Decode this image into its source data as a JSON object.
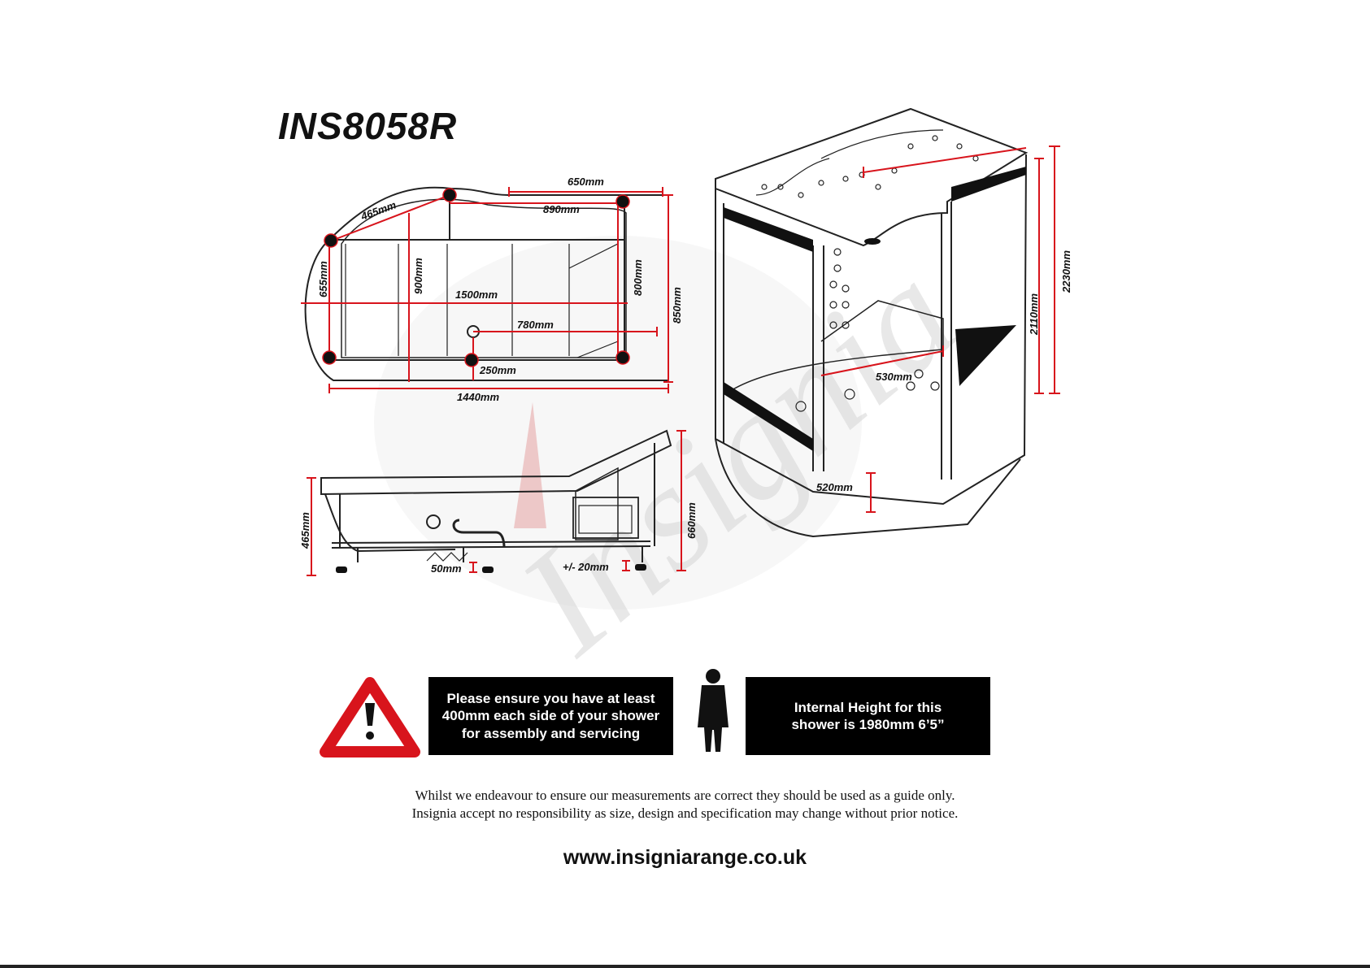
{
  "product": {
    "model": "INS8058R"
  },
  "dimensions": {
    "top_view": {
      "d465": "465mm",
      "d650": "650mm",
      "d890": "890mm",
      "d655": "655mm",
      "d900": "900mm",
      "d1500": "1500mm",
      "d800": "800mm",
      "d850": "850mm",
      "d780": "780mm",
      "d250": "250mm",
      "d1440": "1440mm"
    },
    "side_view": {
      "d465": "465mm",
      "d50": "50mm",
      "d20": "+/- 20mm",
      "d660": "660mm"
    },
    "perspective": {
      "d2230": "2230mm",
      "d2110": "2110mm",
      "d530": "530mm",
      "d520": "520mm"
    }
  },
  "watermark": "Insignia",
  "notices": {
    "clearance": "Please ensure you have at least 400mm each side of your shower for assembly and servicing",
    "internal_height": "Internal Height for this shower is 1980mm 6’5”"
  },
  "disclaimer": {
    "line1": "Whilst we endeavour to ensure our measurements are correct they should be used as a guide only.",
    "line2": "Insignia accept no responsibility as size, design and specification may change without prior notice."
  },
  "website": "www.insigniarange.co.uk",
  "colors": {
    "dimension_line": "#d8141c",
    "outline": "#222222",
    "notice_bg": "#000000",
    "warning_red": "#d8141c"
  }
}
